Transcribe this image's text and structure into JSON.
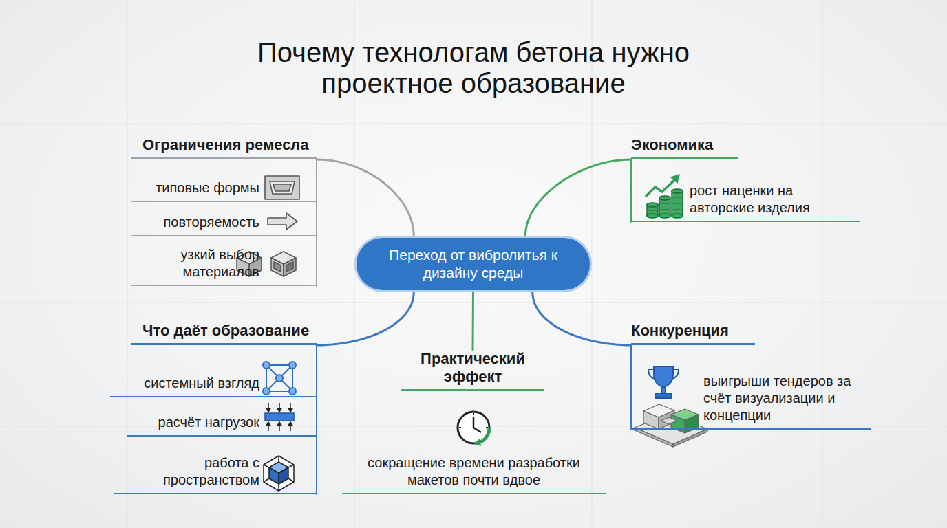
{
  "diagram": {
    "title": "Почему технологам бетона нужно проектное образование",
    "nodes": [
      {
        "text": [
          "Ограничения ремесла"
        ]
      },
      {
        "text": [
          "типовые формы"
        ]
      },
      {
        "text": [
          "повторяемость"
        ]
      },
      {
        "text": [
          "узкий выбор материалов"
        ]
      },
      {
        "text": [
          "Экономика"
        ]
      },
      {
        "text": [
          "рост наценки на авторские изделия"
        ]
      },
      {
        "text": [
          "Переход от вибролитья к дизайну среды"
        ]
      },
      {
        "text": [
          "Что даёт образование"
        ]
      },
      {
        "text": [
          "системный взгляд"
        ]
      },
      {
        "text": [
          "расчёт нагрузок"
        ]
      },
      {
        "text": [
          "работа с пространством"
        ]
      },
      {
        "text": [
          "Практический эффект"
        ]
      },
      {
        "text": [
          "сокращение времени разработки макетов почти вдвое"
        ]
      },
      {
        "text": [
          "Конкуренция"
        ]
      },
      {
        "text": [
          "выигрыши тендеров за счёт визуализации и концепции"
        ]
      }
    ],
    "edges": [
      {
        "from": 6,
        "to": 0,
        "arrow": "none"
      },
      {
        "from": 6,
        "to": 4,
        "arrow": "none"
      },
      {
        "from": 6,
        "to": 7,
        "arrow": "none"
      },
      {
        "from": 6,
        "to": 11,
        "arrow": "none"
      },
      {
        "from": 6,
        "to": 13,
        "arrow": "none"
      },
      {
        "from": 0,
        "to": 1,
        "arrow": "none"
      },
      {
        "from": 0,
        "to": 2,
        "arrow": "none"
      },
      {
        "from": 0,
        "to": 3,
        "arrow": "none"
      },
      {
        "from": 4,
        "to": 5,
        "arrow": "none"
      },
      {
        "from": 7,
        "to": 8,
        "arrow": "none"
      },
      {
        "from": 7,
        "to": 9,
        "arrow": "none"
      },
      {
        "from": 7,
        "to": 10,
        "arrow": "none"
      },
      {
        "from": 13,
        "to": 14,
        "arrow": "none"
      }
    ]
  }
}
